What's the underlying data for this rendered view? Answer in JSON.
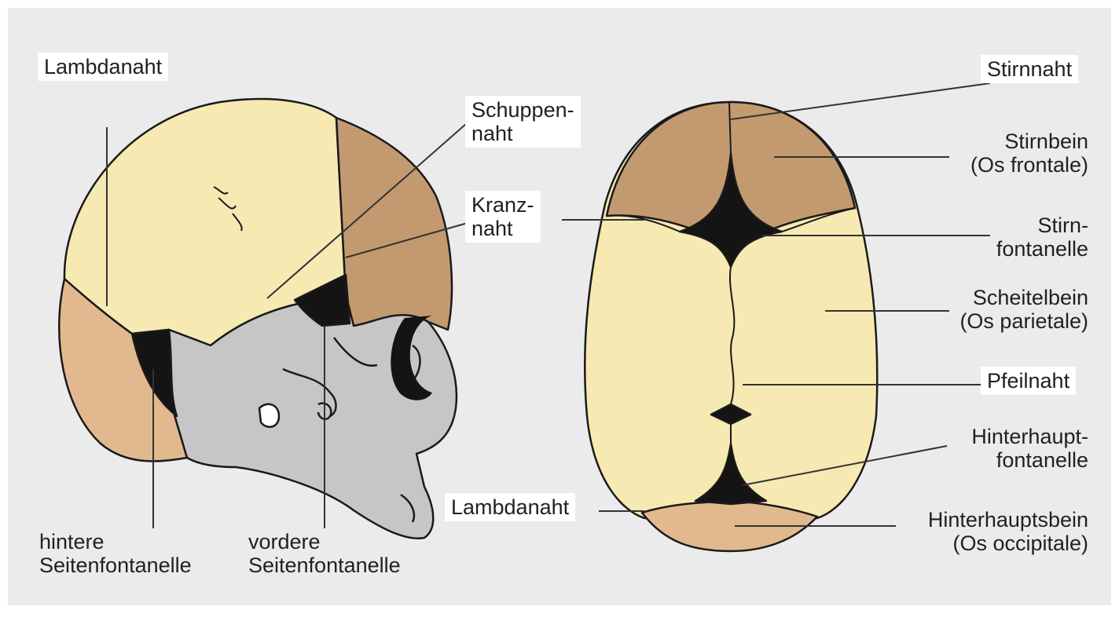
{
  "labels": {
    "lambdanaht_left": "Lambdanaht",
    "schuppennaht": "Schuppen-\nnaht",
    "kranznaht": "Kranz-\nnaht",
    "hintere_seitenfontanelle": "hintere\nSeitenfontanelle",
    "vordere_seitenfontanelle": "vordere\nSeitenfontanelle",
    "stirnnaht": "Stirnnaht",
    "stirnbein": "Stirnbein\n(Os frontale)",
    "stirnfontanelle": "Stirn-\nfontanelle",
    "scheitelbein": "Scheitelbein\n(Os parietale)",
    "pfeilnaht": "Pfeilnaht",
    "hinterhauptfontanelle": "Hinterhaupt-\nfontanelle",
    "lambdanaht_right": "Lambdanaht",
    "hinterhauptsbein": "Hinterhauptsbein\n(Os occipitale)"
  },
  "colors": {
    "background": "#ebebeb",
    "parietal_bone": "#f6e9b2",
    "frontal_bone": "#c39a6f",
    "occipital_bone": "#e2b98e",
    "face_bones": "#c6c6c6",
    "fontanelle": "#141414"
  }
}
